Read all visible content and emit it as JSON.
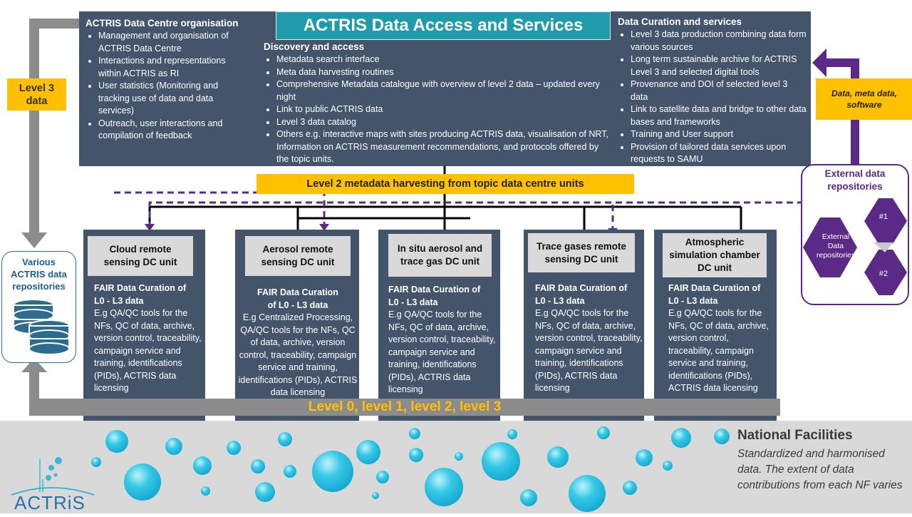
{
  "title": "ACTRIS Data Access and Services",
  "organisation": {
    "heading": "ACTRIS Data Centre organisation",
    "items": [
      "Management and organisation of ACTRIS Data Centre",
      "Interactions and representations within ACTRIS as RI",
      "User statistics (Monitoring and tracking use of data and data services)",
      "Outreach, user interactions and compilation of feedback"
    ]
  },
  "discovery": {
    "heading": "Discovery and access",
    "items": [
      "Metadata search interface",
      "Meta data harvesting routines",
      "Comprehensive Metadata catalogue with overview of level 2 data – updated every night",
      "Link to public ACTRIS data",
      "Level 3 data catalog",
      "Others e.g. interactive maps with sites producing ACTRIS data, visualisation of NRT, Information on ACTRIS measurement recommendations, and protocols offered by the topic units."
    ]
  },
  "curation": {
    "heading": "Data Curation and services",
    "items": [
      "Level 3 data production combining data form various sources",
      "Long term sustainable archive for ACTRIS Level 3 and selected digital tools",
      "Provenance and DOI of selected level 3 data",
      "Link to satellite data and bridge to other data bases and frameworks",
      "Training and User support",
      "Provision of tailored data services upon requests to SAMU"
    ]
  },
  "level3_label": "Level 3\ndata",
  "meta_label": "Data, meta data,\nsoftware",
  "harvest_label": "Level 2 metadata harvesting from topic data centre units",
  "levels_label": "Level 0, level 1, level 2, level 3",
  "various_repos": "Various\nACTRIS data\nrepositories",
  "external": {
    "title": "External data\nrepositories",
    "center": "External\nData\nrepositories",
    "hex1": "#1",
    "hex2": "#2"
  },
  "units": [
    {
      "name": "Cloud remote\nsensing  DC unit",
      "fair": "FAIR Data Curation of\nL0 - L3 data",
      "desc": "E.g QA/QC tools for the NFs, QC of data, archive, version control, traceability, campaign service and training, identifications (PIDs), ACTRIS data licensing"
    },
    {
      "name": "Aerosol remote\nsensing DC unit",
      "fair": "FAIR Data Curation\nof L0 - L3 data",
      "desc": "E.g Centralized Processing, QA/QC tools for the NFs, QC of data, archive, version control, traceability, campaign service and training, identifications (PIDs), ACTRIS data licensing"
    },
    {
      "name": "In situ aerosol and\ntrace gas DC unit",
      "fair": "FAIR Data Curation of\nL0 - L3 data",
      "desc": "E.g QA/QC tools for the NFs, QC of data, archive, version control, traceability, campaign service and training, identifications (PIDs), ACTRIS data licensing"
    },
    {
      "name": "Trace gases remote\nsensing DC unit",
      "fair": "FAIR Data Curation of\nL0 - L3 data",
      "desc": "E.g QA/QC tools for the NFs, QC of data, archive, version control, traceability, campaign service and training, identifications (PIDs), ACTRIS data licensing"
    },
    {
      "name": "Atmospheric\nsimulation chamber\nDC unit",
      "fair": "FAIR Data Curation of\nL0 - L3 data",
      "desc": "E.g QA/QC tools for the NFs, QC of data, archive, version control, traceability, campaign service and training, identifications (PIDs), ACTRIS data licensing"
    }
  ],
  "national": {
    "title": "National Facilities",
    "text": "Standardized and harmonised data. The extent of data contributions from each NF varies"
  },
  "logo": "ACTRiS",
  "colors": {
    "panel": "#44546a",
    "gold": "#ffc000",
    "teal": "#1f9bab",
    "purple": "#5b2a86",
    "arrow": "#8c8c8c"
  }
}
